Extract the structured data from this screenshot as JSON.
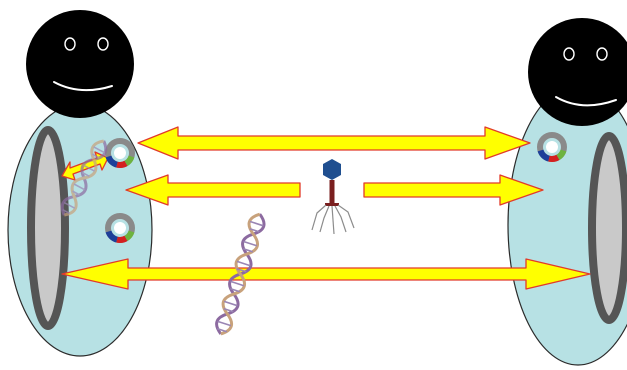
{
  "figure": {
    "type": "horizontal-gene-transfer-illustration",
    "entities": {
      "cell_left": {
        "icon": "cell-with-face-icon"
      },
      "cell_right": {
        "icon": "cell-with-face-icon"
      },
      "bacteriophage": {
        "icon": "bacteriophage-icon"
      },
      "dna_free": {
        "icon": "dna-helix-icon"
      },
      "dna_near_left": {
        "icon": "dna-helix-icon"
      },
      "plasmids": {
        "icon": "plasmid-ring-icon",
        "count": 3
      }
    },
    "arrows": [
      {
        "name": "arrow-plasmid-transfer",
        "direction": "bidirectional"
      },
      {
        "name": "arrow-phage-transduction",
        "direction": "bidirectional",
        "split_by": "bacteriophage"
      },
      {
        "name": "arrow-chromosome-transfer",
        "direction": "bidirectional"
      },
      {
        "name": "arrow-local-dna-exchange",
        "direction": "bidirectional"
      }
    ]
  },
  "colors": {
    "cell_fill": "#b7e1e4",
    "cell_stroke": "#2b2b2b",
    "face_fill": "#000000",
    "face_feature": "#ffffff",
    "arrow_fill": "#ffff00",
    "arrow_stroke": "#e23a2a",
    "chromosome_ring": "#555555",
    "chromosome_inner": "#c9c9c9",
    "plasmid_gray": "#8a8a8a",
    "plasmid_red": "#d42020",
    "plasmid_green": "#6db33f",
    "plasmid_blue": "#1d3f99",
    "phage_head": "#1f4f90",
    "phage_tail": "#7a1f1f"
  }
}
